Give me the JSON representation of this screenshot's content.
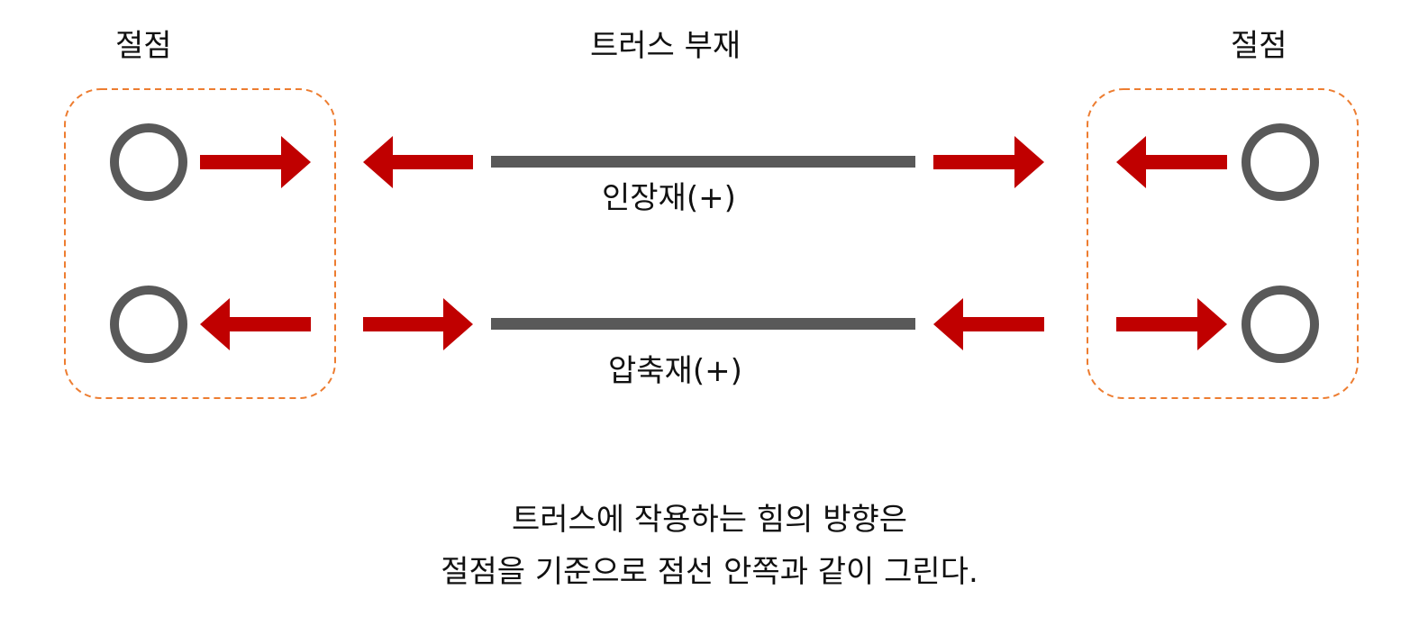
{
  "labels": {
    "joint_left": "절점",
    "member_title": "트러스 부재",
    "joint_right": "절점",
    "tension": "인장재(+)",
    "compression": "압축재(+)"
  },
  "caption": {
    "line1": "트러스에 작용하는 힘의 방향은",
    "line2": "절점을 기준으로 점선 안쪽과 같이 그린다."
  },
  "colors": {
    "arrow": "#c00000",
    "member": "#595959",
    "node": "#595959",
    "joint_box": "#ed7d31",
    "text": "#111111"
  }
}
